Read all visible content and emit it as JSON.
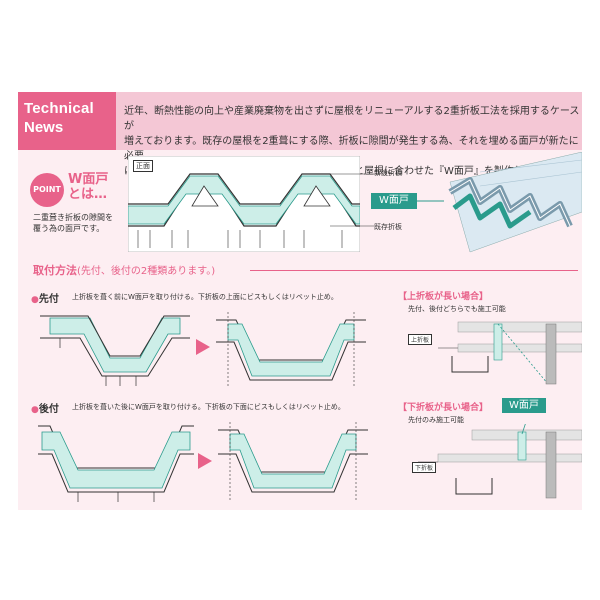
{
  "header": {
    "title_line1": "Technical",
    "title_line2": "News",
    "intro_line1": "近年、断熱性能の向上や産業廃棄物を出さずに屋根をリニューアルする2重折板工法を採用するケースが",
    "intro_line2": "増えております。既存の屋根を2重葺にする際、折板に隙間が発生する為、それを埋める面戸が新たに必要",
    "intro_line3": "になりました。サカタでは豊富な実績から取付金具と屋根に合わせた『W面戸』を製作しています。"
  },
  "point": {
    "badge": "POINT",
    "title_line1": "W面戸",
    "title_line2": "とは…",
    "desc_line1": "二重葺き折板の隙間を",
    "desc_line2": "覆う為の面戸です。"
  },
  "diagram": {
    "front_label": "正面",
    "new_sheet_label": "新設折板",
    "existing_sheet_label": "既存折板",
    "w_badge": "W面戸"
  },
  "install": {
    "section_title": "取付方法",
    "section_note": "(先付、後付の2種類あります。)",
    "pre": {
      "name": "先付",
      "desc": "上折板を葺く前にW面戸を取り付ける。下折板の上面にビスもしくはリベット止め。"
    },
    "post": {
      "name": "後付",
      "desc": "上折板を葺いた後にW面戸を取り付ける。下折板の下面にビスもしくはリベット止め。"
    }
  },
  "cases": {
    "upper_long": {
      "title": "【上折板が長い場合】",
      "sub": "先付、後付どちらでも施工可能",
      "box_label": "上折板"
    },
    "lower_long": {
      "title": "【下折板が長い場合】",
      "sub": "先付のみ施工可能",
      "box_label": "下折板",
      "badge": "W面戸"
    }
  },
  "colors": {
    "accent": "#e8628a",
    "header_band": "#f4c7d5",
    "panel": "#fdeef2",
    "teal": "#2a9b8c",
    "fill_light": "#cdeee8"
  }
}
